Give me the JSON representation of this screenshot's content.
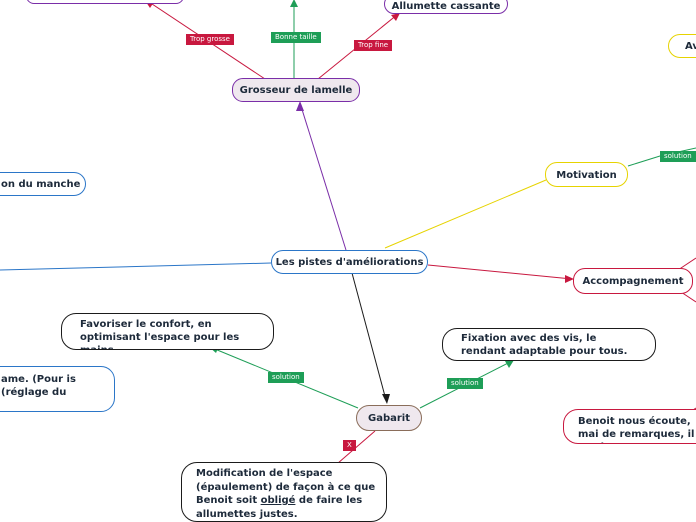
{
  "colors": {
    "blue": "#2b76c8",
    "purple": "#7a2ea8",
    "red": "#c8183f",
    "green": "#1e9e57",
    "yellow": "#e6d300",
    "black": "#1b1b1b",
    "brown": "#8a6d5a"
  },
  "nodes": {
    "root": "Les pistes d'améliorations",
    "grosseur": "Grosseur de lamelle",
    "allumette_cassante": "Allumette cassante",
    "av": "Av",
    "manche": "on du manche",
    "motivation": "Motivation",
    "accompagnement": "Accompagnement",
    "confort": "Favoriser le confort, en optimisant l'espace pour les mains",
    "fixation": "Fixation avec des vis, le rendant adaptable pour tous.",
    "lame": "ame. (Pour is (réglage du",
    "gabarit": "Gabarit",
    "benoit": "Benoit nous écoute, mai de remarques, il perd pa",
    "modif_line1": "Modification de l'espace",
    "modif_line2": "(épaulement) de façon à ce que",
    "modif_line3_before": "Benoit soit ",
    "modif_line3_underlined": "obligé",
    "modif_line3_after": " de faire les",
    "modif_line4": "allumettes justes."
  },
  "tags": {
    "trop_grosse": "Trop grosse",
    "bonne_taille": "Bonne taille",
    "trop_fine": "Trop fine",
    "solution_motivation": "solution",
    "solution_confort": "solution",
    "solution_fixation": "solution",
    "x_gabarit": "X"
  }
}
